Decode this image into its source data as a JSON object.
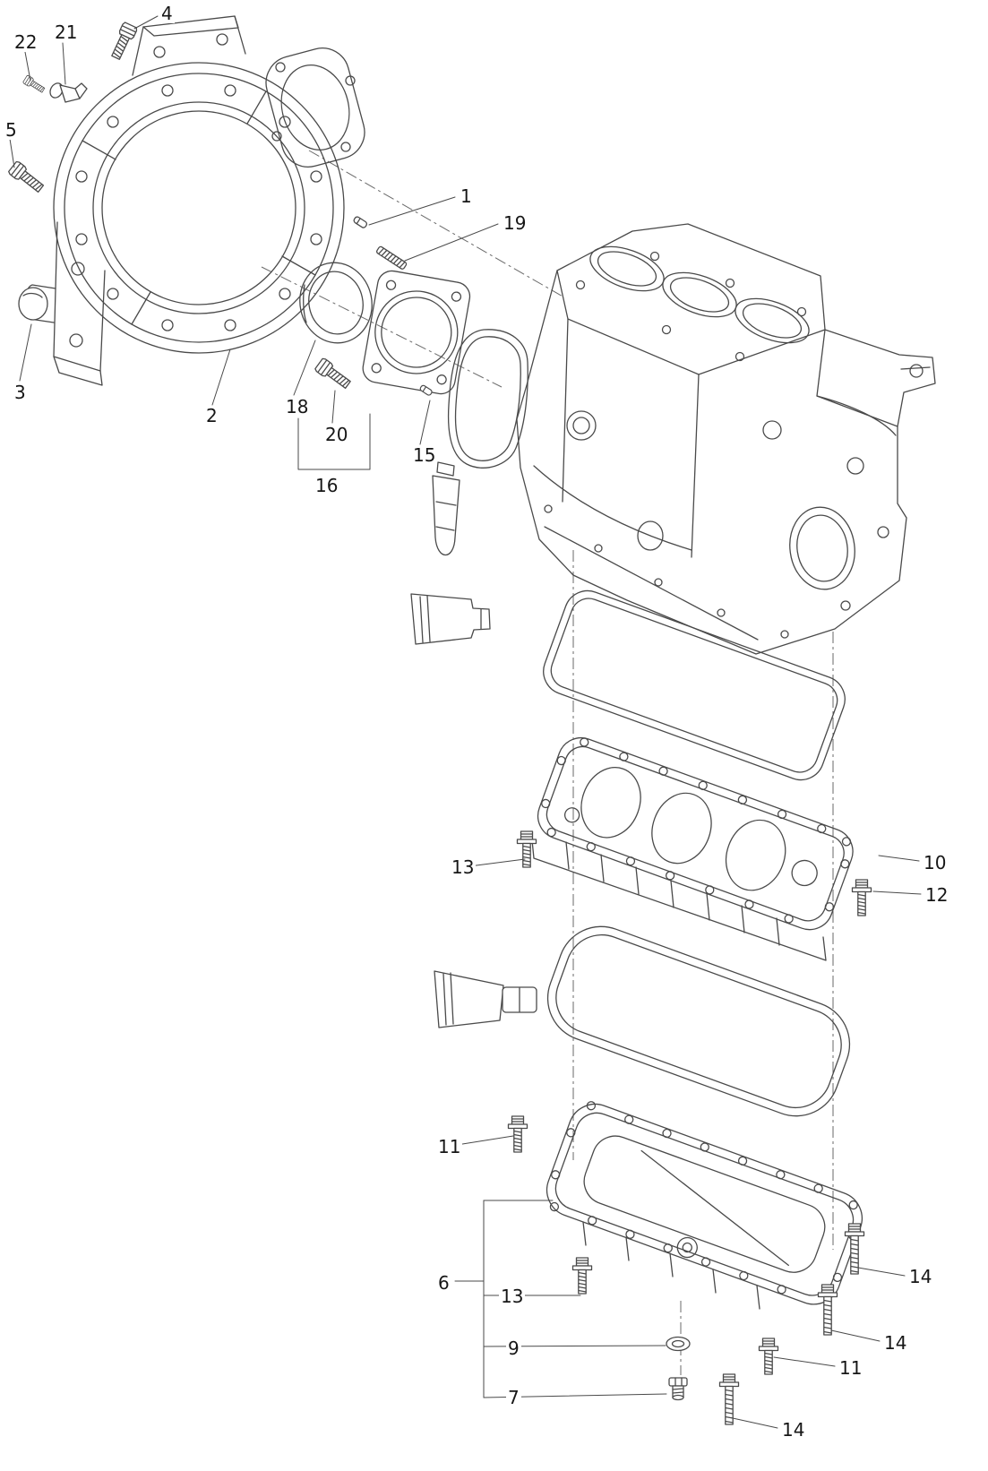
{
  "figure": {
    "kind": "exploded-parts-diagram"
  },
  "colors": {
    "background": "#ffffff",
    "line": "#4a4a4a",
    "label": "#161616"
  },
  "callouts": [
    {
      "label": "4"
    },
    {
      "label": "22"
    },
    {
      "label": "21"
    },
    {
      "label": "5"
    },
    {
      "label": "1"
    },
    {
      "label": "19"
    },
    {
      "label": "3"
    },
    {
      "label": "2"
    },
    {
      "label": "18"
    },
    {
      "label": "20"
    },
    {
      "label": "15"
    },
    {
      "label": "16"
    },
    {
      "label": "13"
    },
    {
      "label": "10"
    },
    {
      "label": "12"
    },
    {
      "label": "11"
    },
    {
      "label": "6"
    },
    {
      "label": "13"
    },
    {
      "label": "14"
    },
    {
      "label": "9"
    },
    {
      "label": "14"
    },
    {
      "label": "7"
    },
    {
      "label": "11"
    },
    {
      "label": "14"
    }
  ]
}
